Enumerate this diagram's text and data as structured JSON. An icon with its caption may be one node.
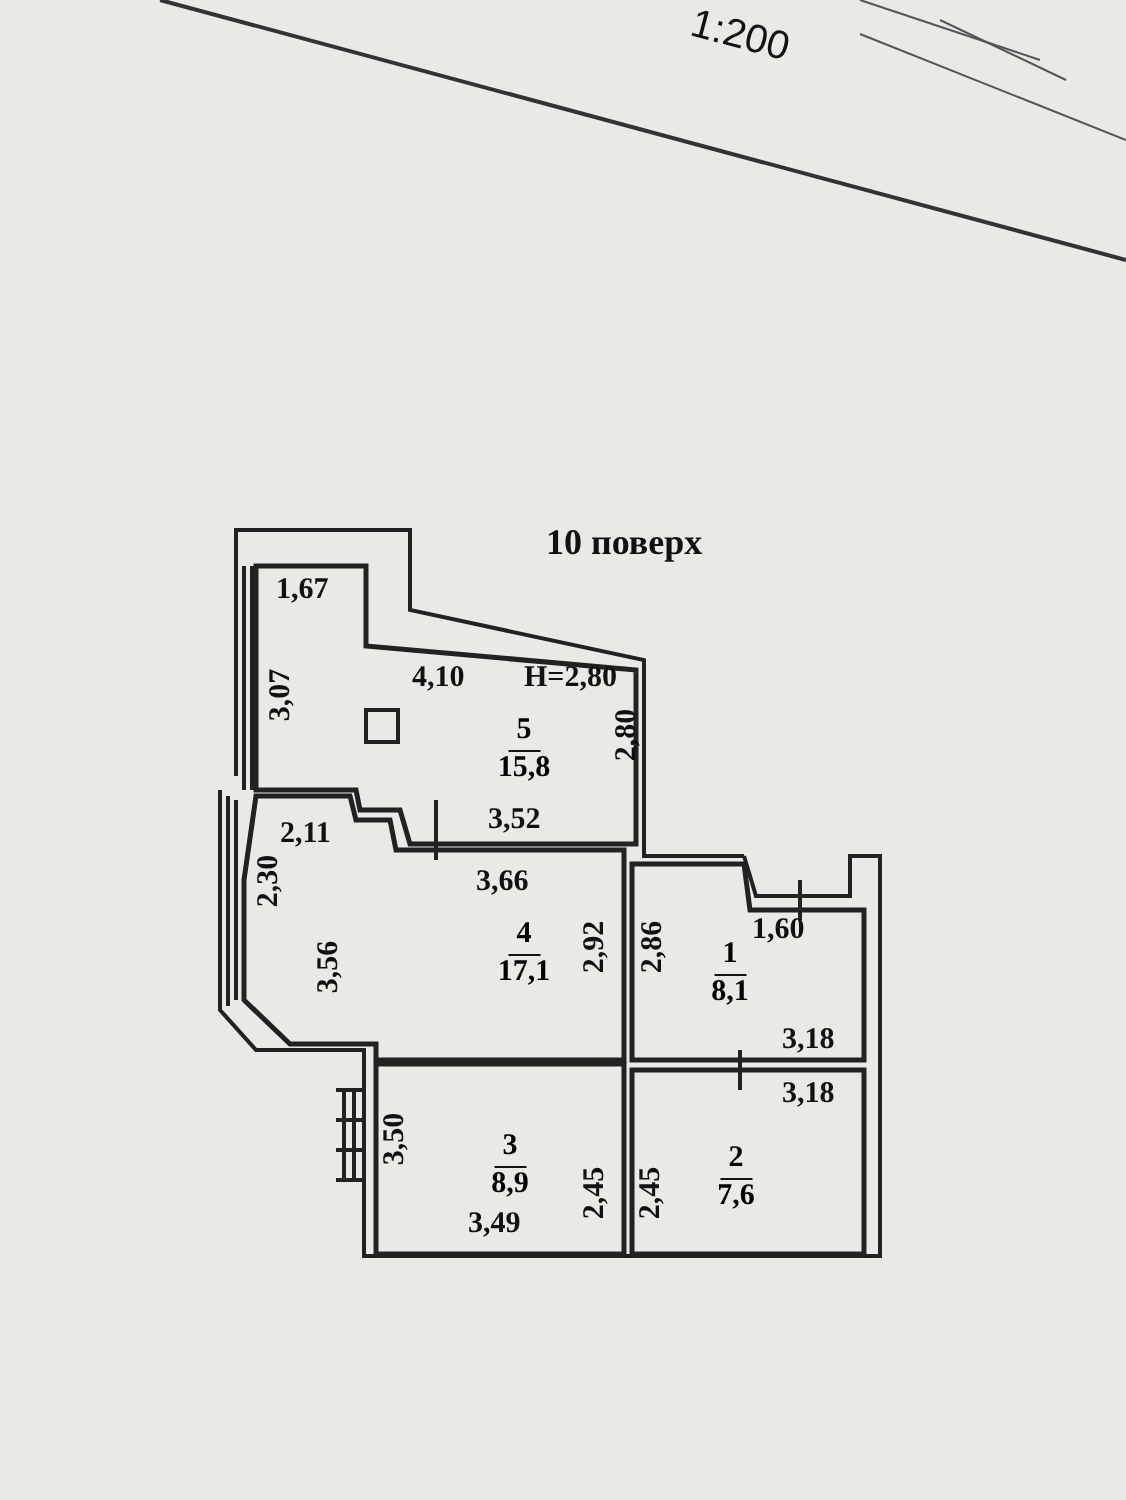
{
  "diagram": {
    "title": "10 поверх",
    "nodes": [
      {
        "text": [
          "1",
          "8,1"
        ]
      },
      {
        "text": [
          "2",
          "7,6"
        ]
      },
      {
        "text": [
          "3",
          "8,9"
        ]
      },
      {
        "text": [
          "4",
          "17,1"
        ]
      },
      {
        "text": [
          "5",
          "15,8"
        ]
      }
    ],
    "edges": [],
    "labels": [
      "1:200",
      "1,67",
      "3,07",
      "4,10",
      "H=2,80",
      "2,80",
      "2,11",
      "3,52",
      "3,66",
      "2,30",
      "3,56",
      "2,92",
      "2,86",
      "1,60",
      "3,18",
      "3,18",
      "3,50",
      "2,45",
      "2,45",
      "3,49"
    ]
  }
}
